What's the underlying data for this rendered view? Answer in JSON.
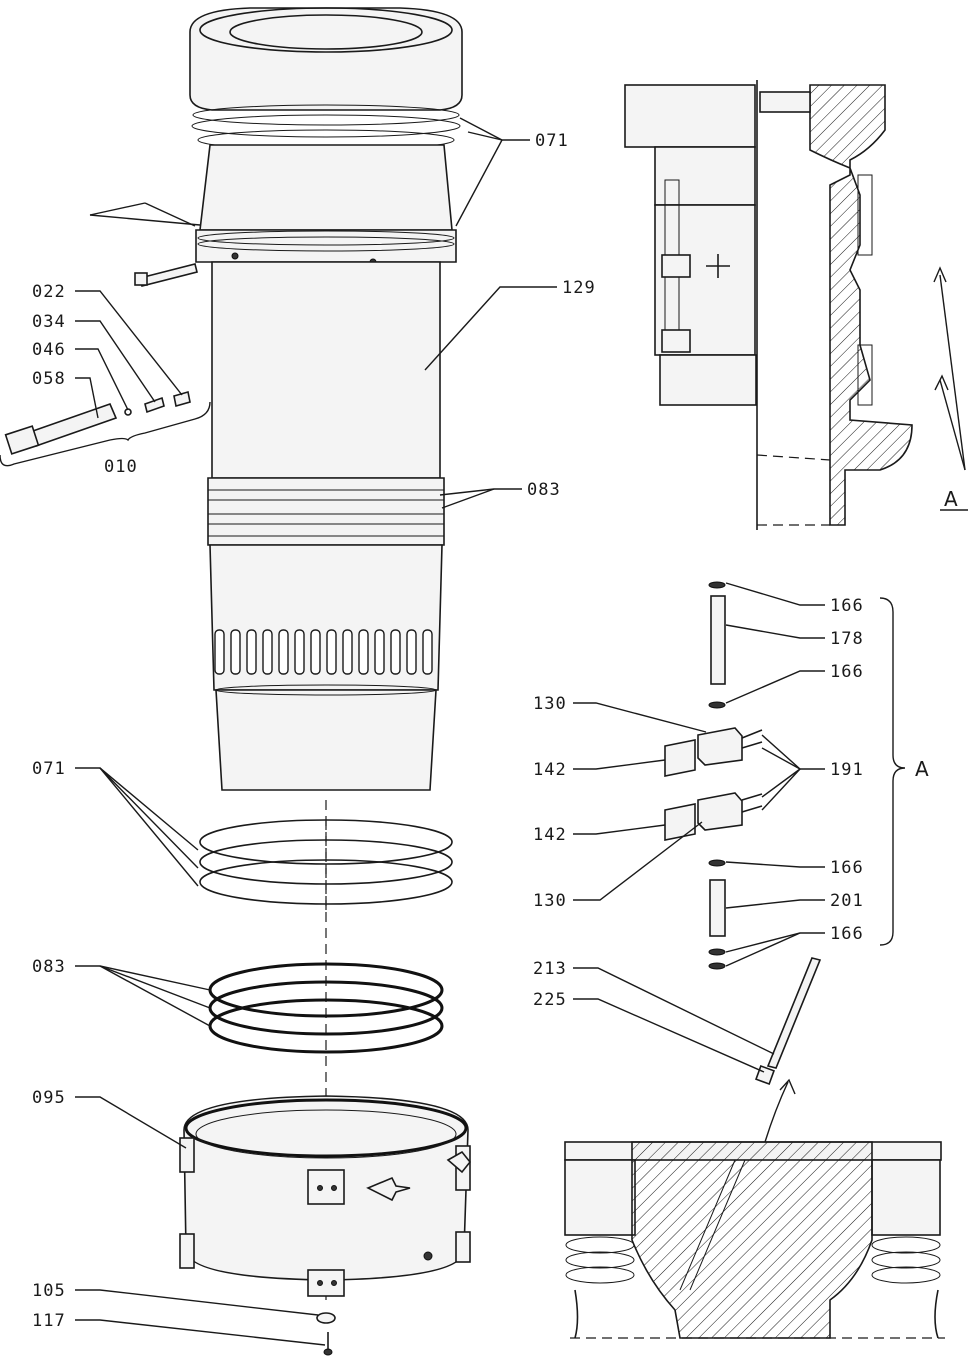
{
  "labels": {
    "l071_top": "071",
    "l129": "129",
    "l022": "022",
    "l034": "034",
    "l046": "046",
    "l058": "058",
    "l010": "010",
    "l083_top": "083",
    "l071_mid": "071",
    "l083_mid": "083",
    "l095": "095",
    "l105": "105",
    "l117": "117",
    "l166_a": "166",
    "l178": "178",
    "l166_b": "166",
    "l130_a": "130",
    "l142_a": "142",
    "l191": "191",
    "l142_b": "142",
    "l130_b": "130",
    "l166_c": "166",
    "l201": "201",
    "l166_d": "166",
    "l213": "213",
    "l225": "225",
    "group_A": "A",
    "section_A": "A"
  }
}
